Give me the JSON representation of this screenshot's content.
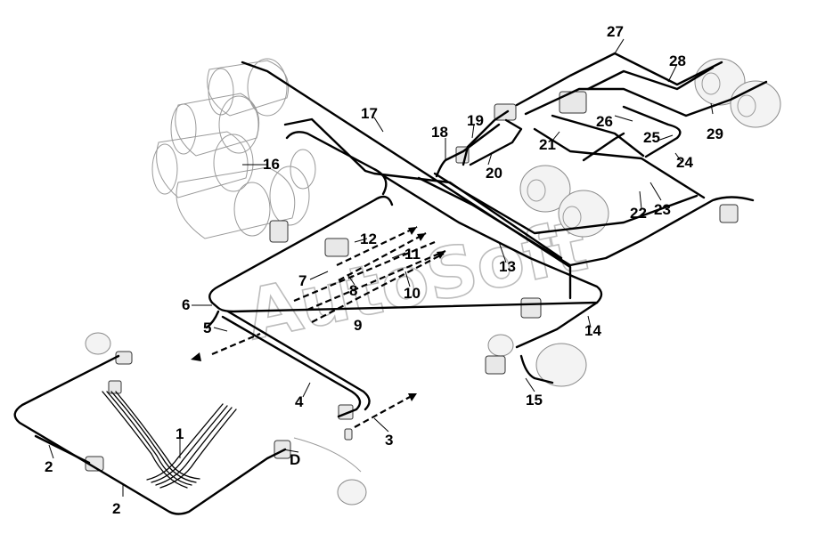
{
  "diagram": {
    "watermark": "AutoSoft",
    "callouts": {
      "c1": "1",
      "c2a": "2",
      "c2b": "2",
      "c3": "3",
      "c4": "4",
      "c5": "5",
      "c6": "6",
      "c7": "7",
      "c8": "8",
      "c9": "9",
      "c10": "10",
      "c11": "11",
      "c12": "12",
      "c13": "13",
      "c14": "14",
      "c15": "15",
      "c16": "16",
      "c17": "17",
      "c18": "18",
      "c19": "19",
      "c20": "20",
      "c21": "21",
      "c22": "22",
      "c23": "23",
      "c24": "24",
      "c25": "25",
      "c26": "26",
      "c27": "27",
      "c28": "28",
      "c29": "29",
      "cD": "D"
    }
  }
}
